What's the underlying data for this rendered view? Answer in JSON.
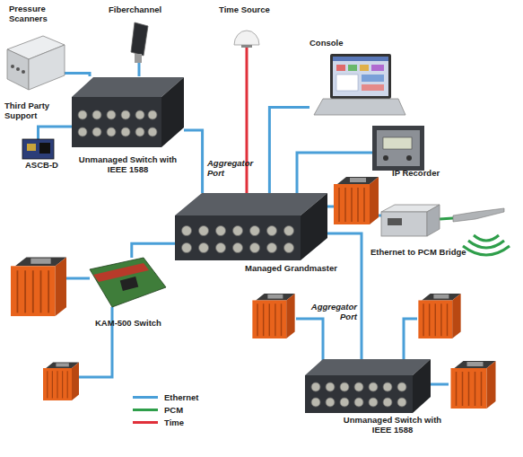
{
  "diagram": {
    "nodes": [
      {
        "text": [
          "Pressure Scanners"
        ]
      },
      {
        "text": [
          "Fiberchannel"
        ]
      },
      {
        "text": [
          "Time Source"
        ]
      },
      {
        "text": [
          "Console"
        ]
      },
      {
        "text": [
          "Unmanaged Switch with IEEE 1588"
        ]
      },
      {
        "text": [
          "ASCB-D"
        ]
      },
      {
        "text": [
          "IP Recorder"
        ]
      },
      {
        "text": [
          "Managed Grandmaster"
        ]
      },
      {
        "text": [
          "Ethernet to PCM Bridge"
        ]
      },
      {
        "text": [
          "KAM-500 Switch"
        ]
      },
      {
        "text": [
          "Unmanaged Switch with IEEE 1588"
        ]
      }
    ],
    "edges": [
      {
        "from": 0,
        "to": 4,
        "arrow": "none"
      },
      {
        "from": 1,
        "to": 4,
        "arrow": "none"
      },
      {
        "from": 5,
        "to": 4,
        "arrow": "none"
      },
      {
        "from": 4,
        "to": 7,
        "label": "Aggregator Port",
        "arrow": "none"
      },
      {
        "from": 2,
        "to": 7,
        "arrow": "none"
      },
      {
        "from": 3,
        "to": 7,
        "arrow": "none"
      },
      {
        "from": 6,
        "to": 7,
        "arrow": "none"
      },
      {
        "from": 9,
        "to": 7,
        "arrow": "none"
      },
      {
        "from": 10,
        "to": 7,
        "label": "Aggregator Port",
        "arrow": "none"
      }
    ],
    "labels": [
      "Third Party Support"
    ],
    "legend": [
      {
        "text": "Ethernet",
        "color": "#4a9fd8"
      },
      {
        "text": "PCM",
        "color": "#2e9e4a"
      },
      {
        "text": "Time",
        "color": "#e0303a"
      }
    ]
  }
}
